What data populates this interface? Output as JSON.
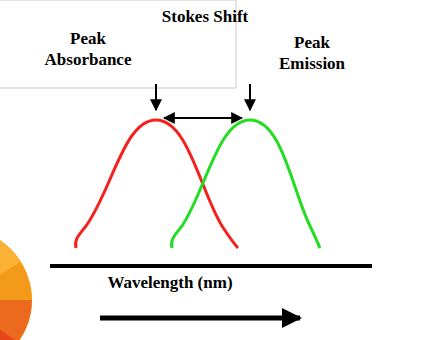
{
  "diagram": {
    "labels": [
      "Peak Absorbance",
      "Stokes Shift",
      "Peak Emission",
      "Wavelength (nm)"
    ]
  }
}
